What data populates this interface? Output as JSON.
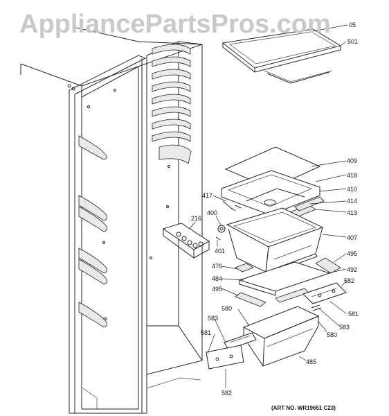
{
  "watermark": "AppliancePartsPros.com",
  "art_number": "(ART NO. WR19651 C23)",
  "callouts": [
    {
      "id": "c05",
      "text": "05"
    },
    {
      "id": "c501",
      "text": "501"
    },
    {
      "id": "c409",
      "text": "409"
    },
    {
      "id": "c418",
      "text": "418"
    },
    {
      "id": "c410",
      "text": "410"
    },
    {
      "id": "c414",
      "text": "414"
    },
    {
      "id": "c413",
      "text": "413"
    },
    {
      "id": "c417",
      "text": "417"
    },
    {
      "id": "c400",
      "text": "400"
    },
    {
      "id": "c216",
      "text": "216"
    },
    {
      "id": "c401",
      "text": "401"
    },
    {
      "id": "c407",
      "text": "407"
    },
    {
      "id": "c495a",
      "text": "495"
    },
    {
      "id": "c476",
      "text": "476"
    },
    {
      "id": "c492",
      "text": "492"
    },
    {
      "id": "c484",
      "text": "484"
    },
    {
      "id": "c495b",
      "text": "495"
    },
    {
      "id": "c582a",
      "text": "582"
    },
    {
      "id": "c580a",
      "text": "580"
    },
    {
      "id": "c581a",
      "text": "581"
    },
    {
      "id": "c583a",
      "text": "583"
    },
    {
      "id": "c583b",
      "text": "583"
    },
    {
      "id": "c580b",
      "text": "580"
    },
    {
      "id": "c581b",
      "text": "581"
    },
    {
      "id": "c485",
      "text": "485"
    },
    {
      "id": "c582b",
      "text": "582"
    }
  ]
}
